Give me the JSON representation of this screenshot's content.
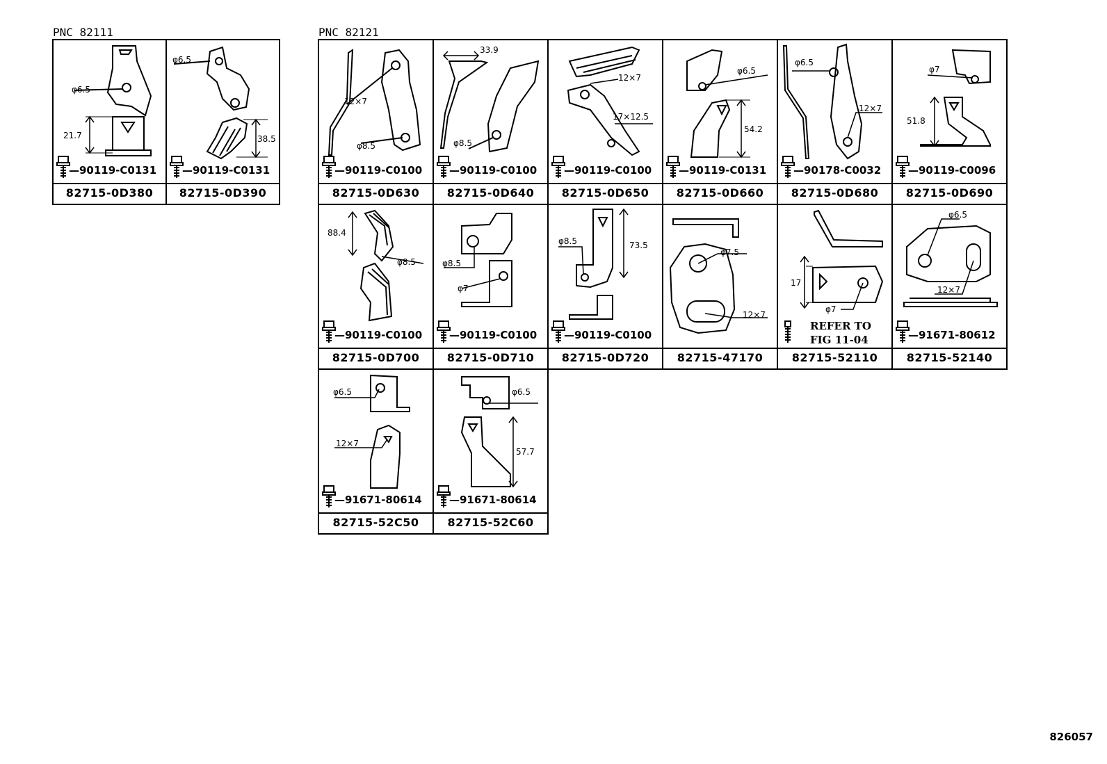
{
  "pnc_left": "PNC 82111",
  "pnc_right": "PNC 82121",
  "figure_number": "826057",
  "cells": [
    {
      "part": "82715-0D380",
      "bolt": "90119-C0131",
      "dims": [
        "φ6.5",
        "21.7"
      ]
    },
    {
      "part": "82715-0D390",
      "bolt": "90119-C0131",
      "dims": [
        "φ6.5",
        "38.5"
      ]
    },
    {
      "part": "82715-0D630",
      "bolt": "90119-C0100",
      "dims": [
        "12×7",
        "φ8.5"
      ]
    },
    {
      "part": "82715-0D640",
      "bolt": "90119-C0100",
      "dims": [
        "33.9",
        "φ8.5"
      ]
    },
    {
      "part": "82715-0D650",
      "bolt": "90119-C0100",
      "dims": [
        "12×7",
        "17×12.5"
      ]
    },
    {
      "part": "82715-0D660",
      "bolt": "90119-C0131",
      "dims": [
        "φ6.5",
        "54.2"
      ]
    },
    {
      "part": "82715-0D680",
      "bolt": "90178-C0032",
      "dims": [
        "φ6.5",
        "12×7"
      ]
    },
    {
      "part": "82715-0D690",
      "bolt": "90119-C0096",
      "dims": [
        "φ7",
        "51.8"
      ]
    },
    {
      "part": "82715-0D700",
      "bolt": "90119-C0100",
      "dims": [
        "88.4",
        "φ8.5"
      ]
    },
    {
      "part": "82715-0D710",
      "bolt": "90119-C0100",
      "dims": [
        "φ8.5",
        "φ7"
      ]
    },
    {
      "part": "82715-0D720",
      "bolt": "90119-C0100",
      "dims": [
        "φ8.5",
        "73.5"
      ]
    },
    {
      "part": "82715-47170",
      "bolt": "",
      "dims": [
        "φ7.5",
        "12×7"
      ]
    },
    {
      "part": "82715-52110",
      "bolt": "",
      "refer": "REFER TO\nFIG 11-04",
      "dims": [
        "17",
        "φ7"
      ]
    },
    {
      "part": "82715-52140",
      "bolt": "91671-80612",
      "dims": [
        "φ6.5",
        "12×7"
      ]
    },
    {
      "part": "82715-52C50",
      "bolt": "91671-80614",
      "dims": [
        "φ6.5",
        "12×7"
      ]
    },
    {
      "part": "82715-52C60",
      "bolt": "91671-80614",
      "dims": [
        "φ6.5",
        "57.7"
      ]
    }
  ]
}
